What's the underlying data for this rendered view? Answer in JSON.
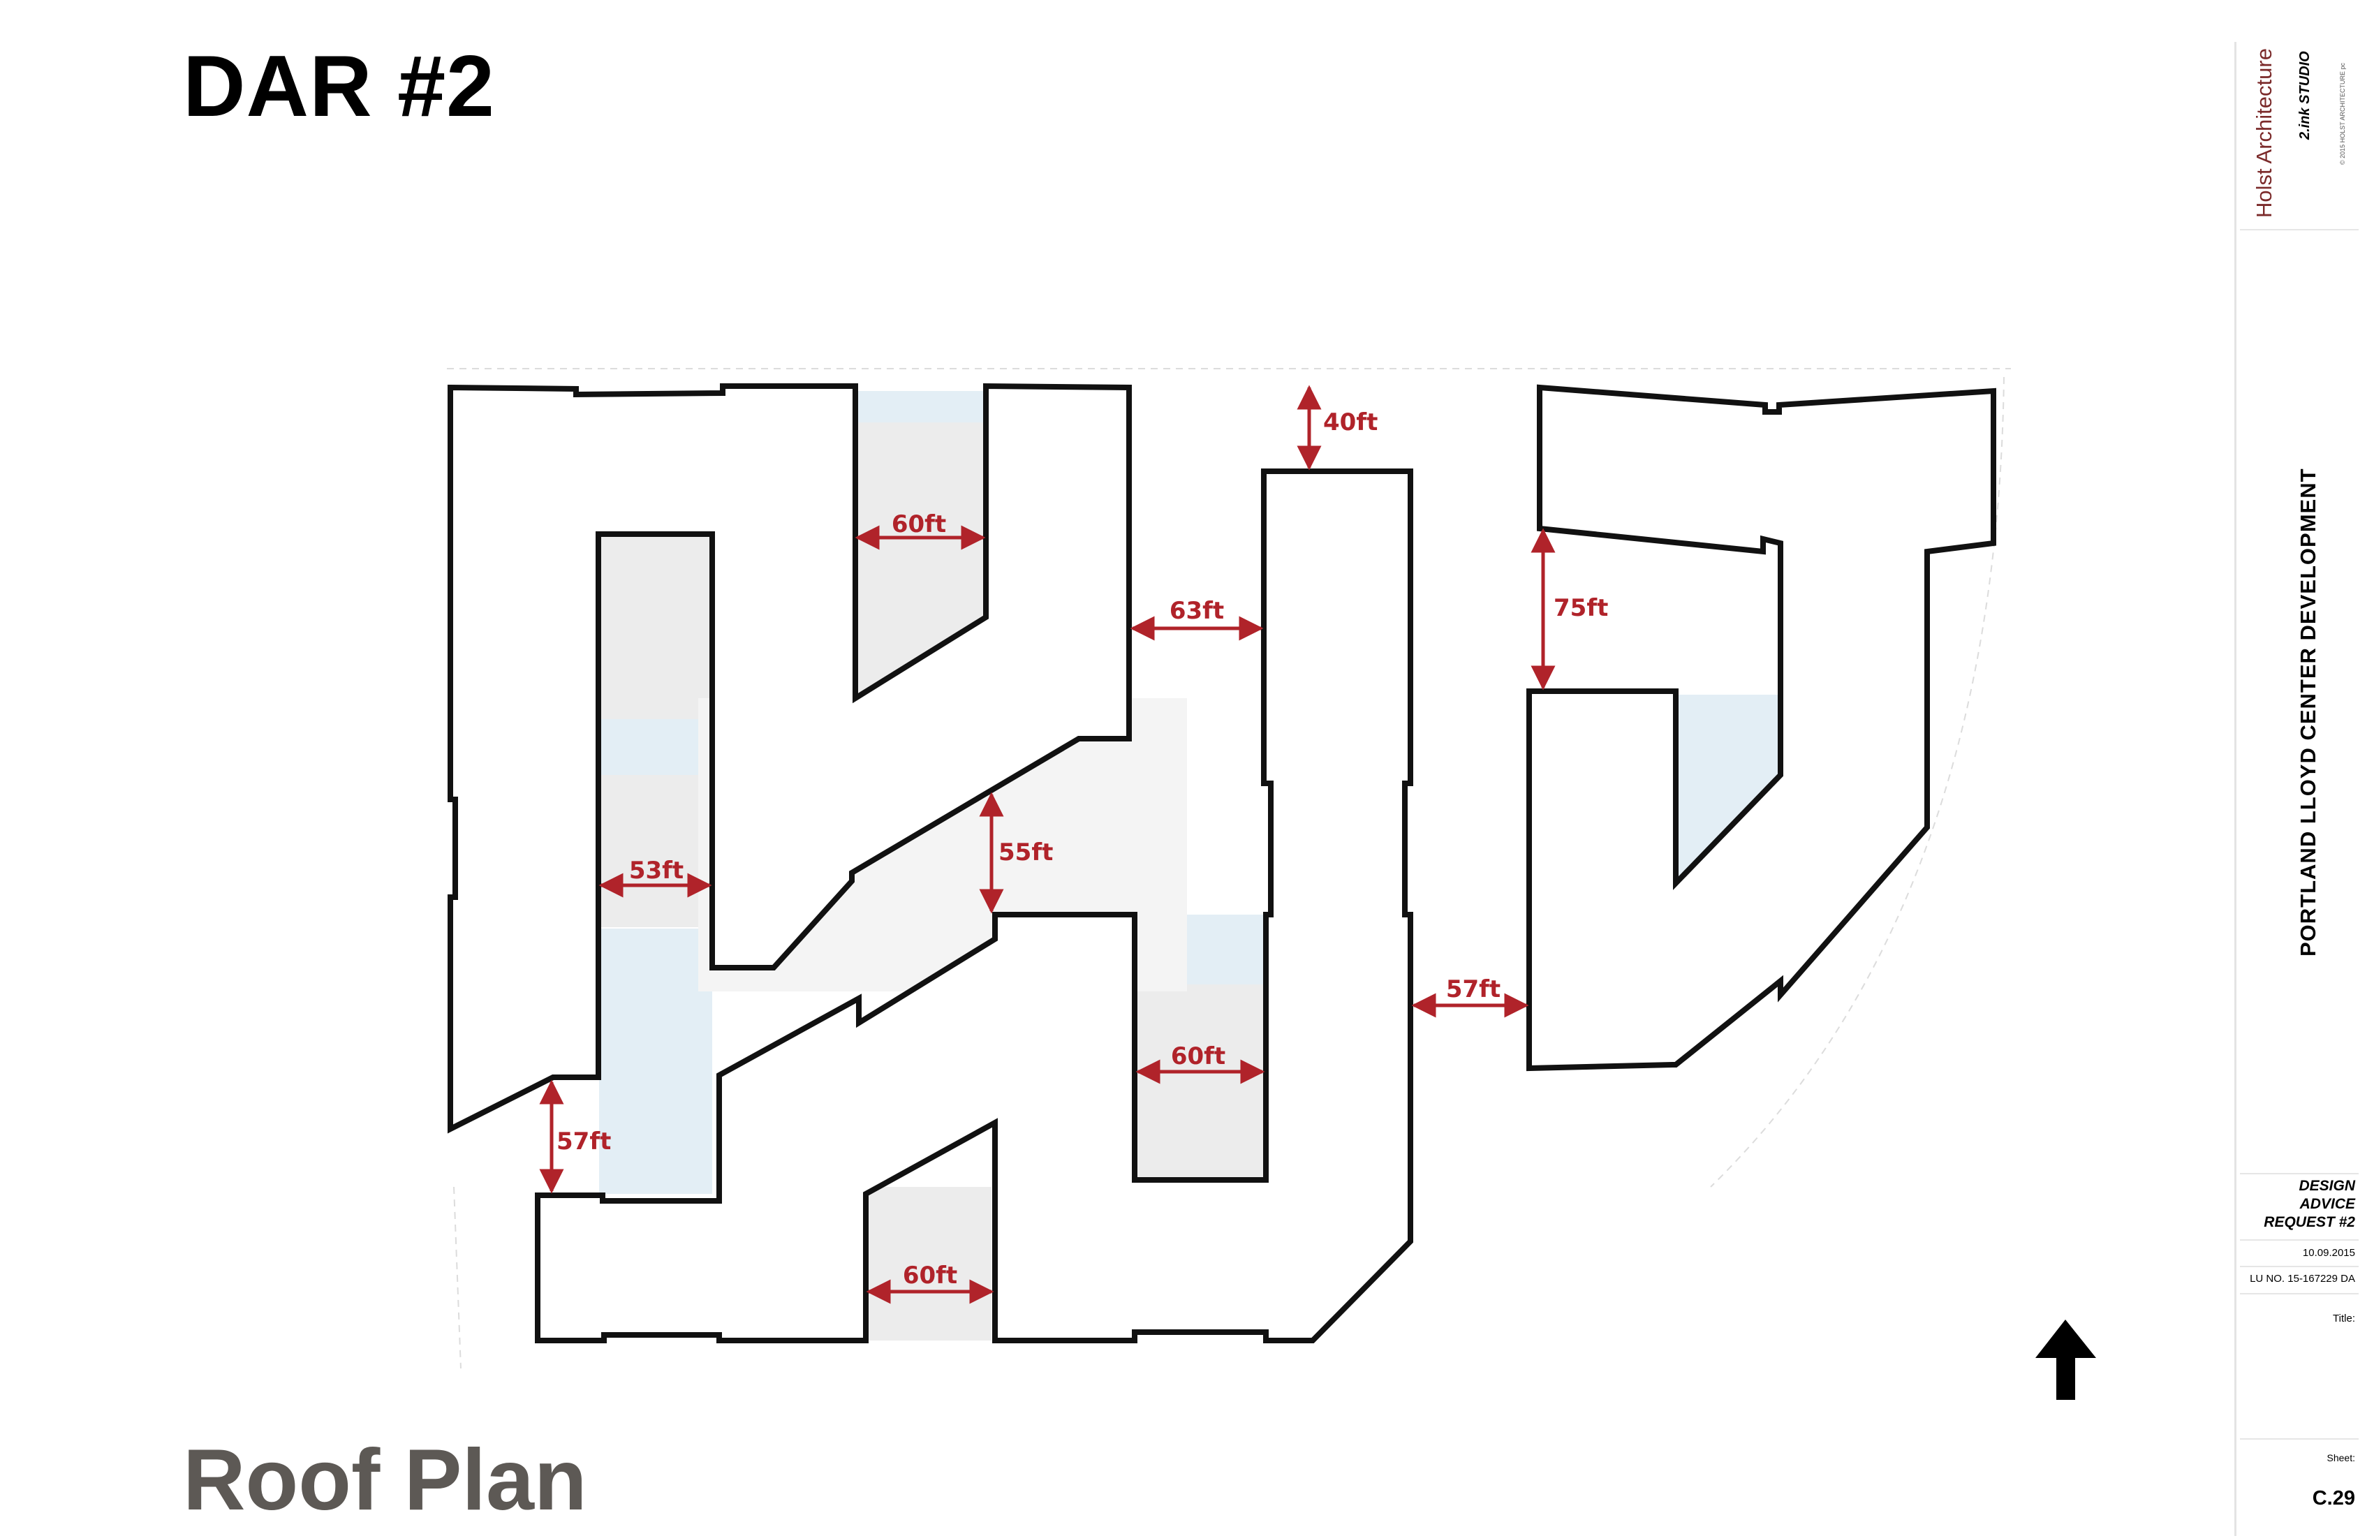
{
  "sheet_title": "DAR #2",
  "drawing_title": "Roof Plan",
  "title_block": {
    "firm": "Holst Architecture",
    "studio": "2.ink STUDIO",
    "copyright": "© 2015 HOLST ARCHITECTURE pc",
    "project": "PORTLAND LLOYD CENTER DEVELOPMENT",
    "request_line1": "DESIGN",
    "request_line2": "ADVICE",
    "request_line3": "REQUEST #2",
    "date": "10.09.2015",
    "lu_no": "LU NO. 15-167229 DA",
    "title_label": "Title:",
    "sheet_label": "Sheet:",
    "sheet_number": "C.29"
  },
  "dimensions": {
    "d_40": "40ft",
    "d_60_north": "60ft",
    "d_63": "63ft",
    "d_75": "75ft",
    "d_55": "55ft",
    "d_53": "53ft",
    "d_57_east": "57ft",
    "d_60_middle": "60ft",
    "d_57_west": "57ft",
    "d_60_south": "60ft"
  },
  "colors": {
    "outline": "#111111",
    "dimension": "#b0232a",
    "court_grey": "#ececec",
    "court_blue": "#e3eef5",
    "title_grey": "#5d5955",
    "firm_red": "#7b2a2a"
  },
  "icons": [
    "north-arrow-icon"
  ]
}
